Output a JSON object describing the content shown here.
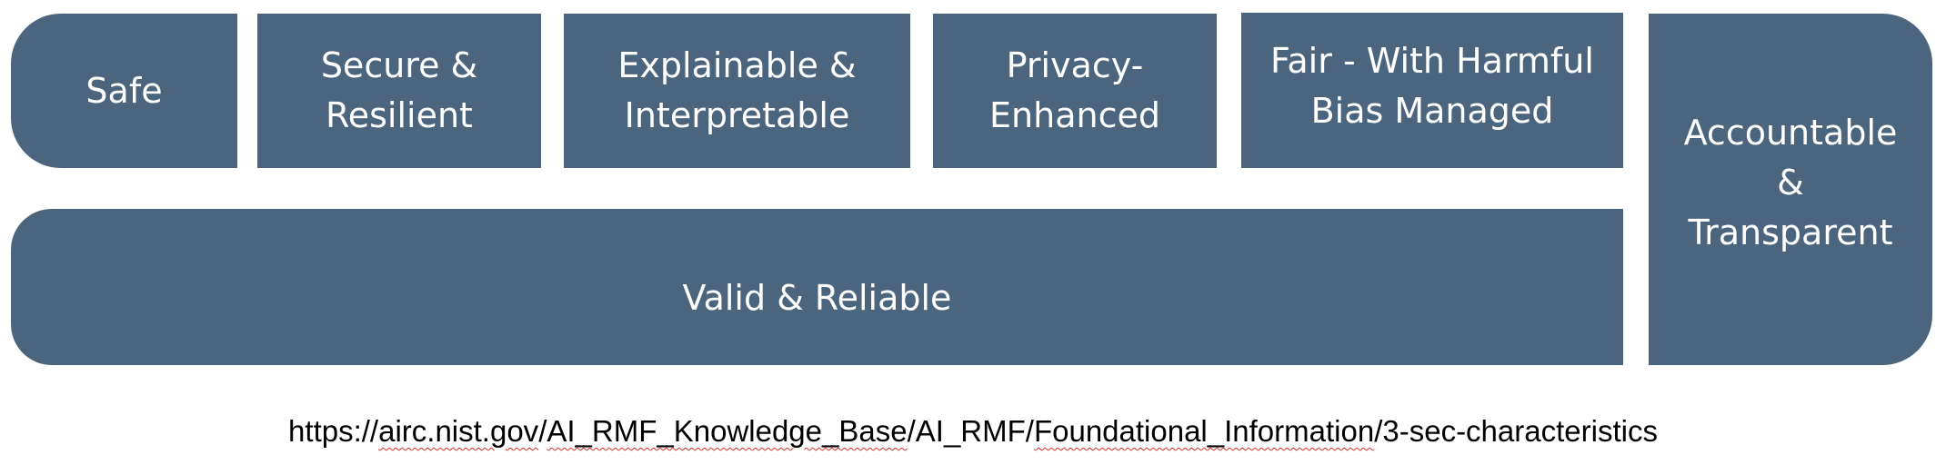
{
  "diagram": {
    "title": "AI RMF Trustworthy AI Characteristics",
    "fill_color": "#4c657f",
    "text_color": "#ffffff",
    "top_row": [
      {
        "id": "safe",
        "label": "Safe"
      },
      {
        "id": "secure",
        "label": "Secure &\nResilient"
      },
      {
        "id": "explainable",
        "label": "Explainable &\nInterpretable"
      },
      {
        "id": "privacy",
        "label": "Privacy-\nEnhanced"
      },
      {
        "id": "fair",
        "label": "Fair - With Harmful\nBias Managed"
      }
    ],
    "base": {
      "id": "valid",
      "label": "Valid & Reliable"
    },
    "side": {
      "id": "accountable",
      "label": "Accountable\n&\nTransparent"
    }
  },
  "source": {
    "parts": [
      {
        "text": "https://",
        "spell": false
      },
      {
        "text": "airc.nist.gov",
        "spell": true
      },
      {
        "text": "/",
        "spell": false
      },
      {
        "text": "AI_RMF_Knowledge_Base",
        "spell": true
      },
      {
        "text": "/AI_RMF/",
        "spell": false
      },
      {
        "text": "Foundational_Information",
        "spell": true
      },
      {
        "text": "/3-sec-characteristics",
        "spell": false
      }
    ],
    "squiggle_color": "#e0322b"
  }
}
